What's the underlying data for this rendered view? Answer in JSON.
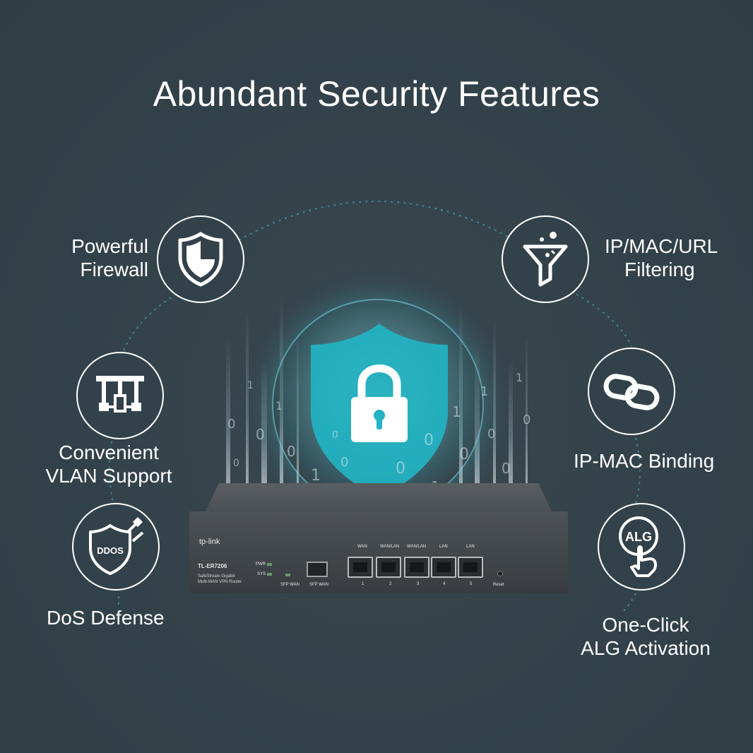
{
  "title": "Abundant Security Features",
  "features": {
    "firewall": {
      "line1": "Powerful",
      "line2": "Firewall",
      "icon": "shield-icon"
    },
    "filtering": {
      "line1": "IP/MAC/URL",
      "line2": "Filtering",
      "icon": "funnel-icon"
    },
    "vlan": {
      "line1": "Convenient",
      "line2": "VLAN Support",
      "icon": "network-tree-icon"
    },
    "binding": {
      "line1": "IP-MAC Binding",
      "icon": "chain-link-icon"
    },
    "dos": {
      "line1": "DoS Defense",
      "icon": "ddos-shield-icon",
      "badge": "DDOS"
    },
    "alg": {
      "line1": "One-Click",
      "line2": "ALG Activation",
      "icon": "alg-click-icon",
      "badge": "ALG"
    }
  },
  "center": {
    "icon": "padlock-shield-icon"
  },
  "binary_digits": [
    "0",
    "1",
    "0",
    "1",
    "0",
    "0",
    "1",
    "0",
    "1",
    "0",
    "0",
    "1",
    "0",
    "1",
    "0",
    "0",
    "1",
    "0",
    "1",
    "0"
  ],
  "router": {
    "brand": "tp-link",
    "model": "TL-ER7206",
    "desc_line1": "SafeStream Gigabit",
    "desc_line2": "Multi-WAN VPN Router",
    "led_pwr": "PWR",
    "led_sys": "SYS",
    "sfp_wan_led": "SFP WAN",
    "sfp_wan": "SFP WAN",
    "port_labels": [
      "WAN",
      "WAN/LAN",
      "WAN/LAN",
      "LAN",
      "LAN"
    ],
    "port_numbers": [
      "1",
      "2",
      "3",
      "4",
      "5"
    ],
    "reset": "Reset"
  },
  "colors": {
    "background": "#33424a",
    "accent_cyan": "#2fb5c3",
    "white": "#ffffff"
  }
}
